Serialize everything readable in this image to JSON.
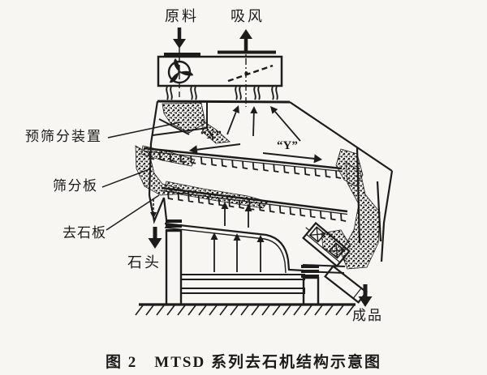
{
  "figure": {
    "type": "technical-diagram",
    "caption": "图 2　MTSD 系列去石机结构示意图",
    "labels": {
      "raw_material": "原料",
      "air_suction": "吸风",
      "pre_screening_device": "预筛分装置",
      "screening_plate": "筛分板",
      "destone_plate": "去石板",
      "stones": "石头",
      "zone_x": "“X”",
      "zone_y": "“Y”",
      "finished_product": "成品"
    },
    "colors": {
      "line": "#1c1c1c",
      "background": "#f7f6f3",
      "text": "#1a1a1a"
    }
  }
}
